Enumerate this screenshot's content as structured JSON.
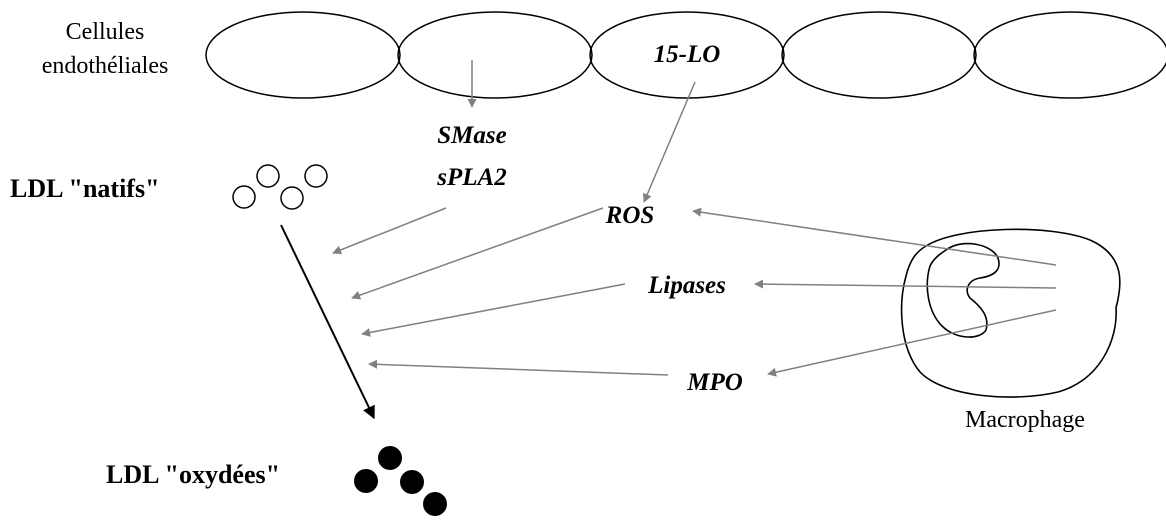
{
  "endothelium": {
    "label_line1": "Cellules",
    "label_line2": "endothéliales",
    "cell_enzyme": "15-LO"
  },
  "ldl": {
    "native_label": "LDL \"natifs\"",
    "oxidized_label": "LDL \"oxydées\""
  },
  "enzymes": {
    "smase": "SMase",
    "spla2": "sPLA2",
    "ros": "ROS",
    "lipases": "Lipases",
    "mpo": "MPO"
  },
  "macrophage": {
    "label": "Macrophage"
  },
  "colors": {
    "outline": "#000000",
    "grey_arrow": "#808080",
    "black_arrow": "#000000",
    "background": "#ffffff"
  }
}
